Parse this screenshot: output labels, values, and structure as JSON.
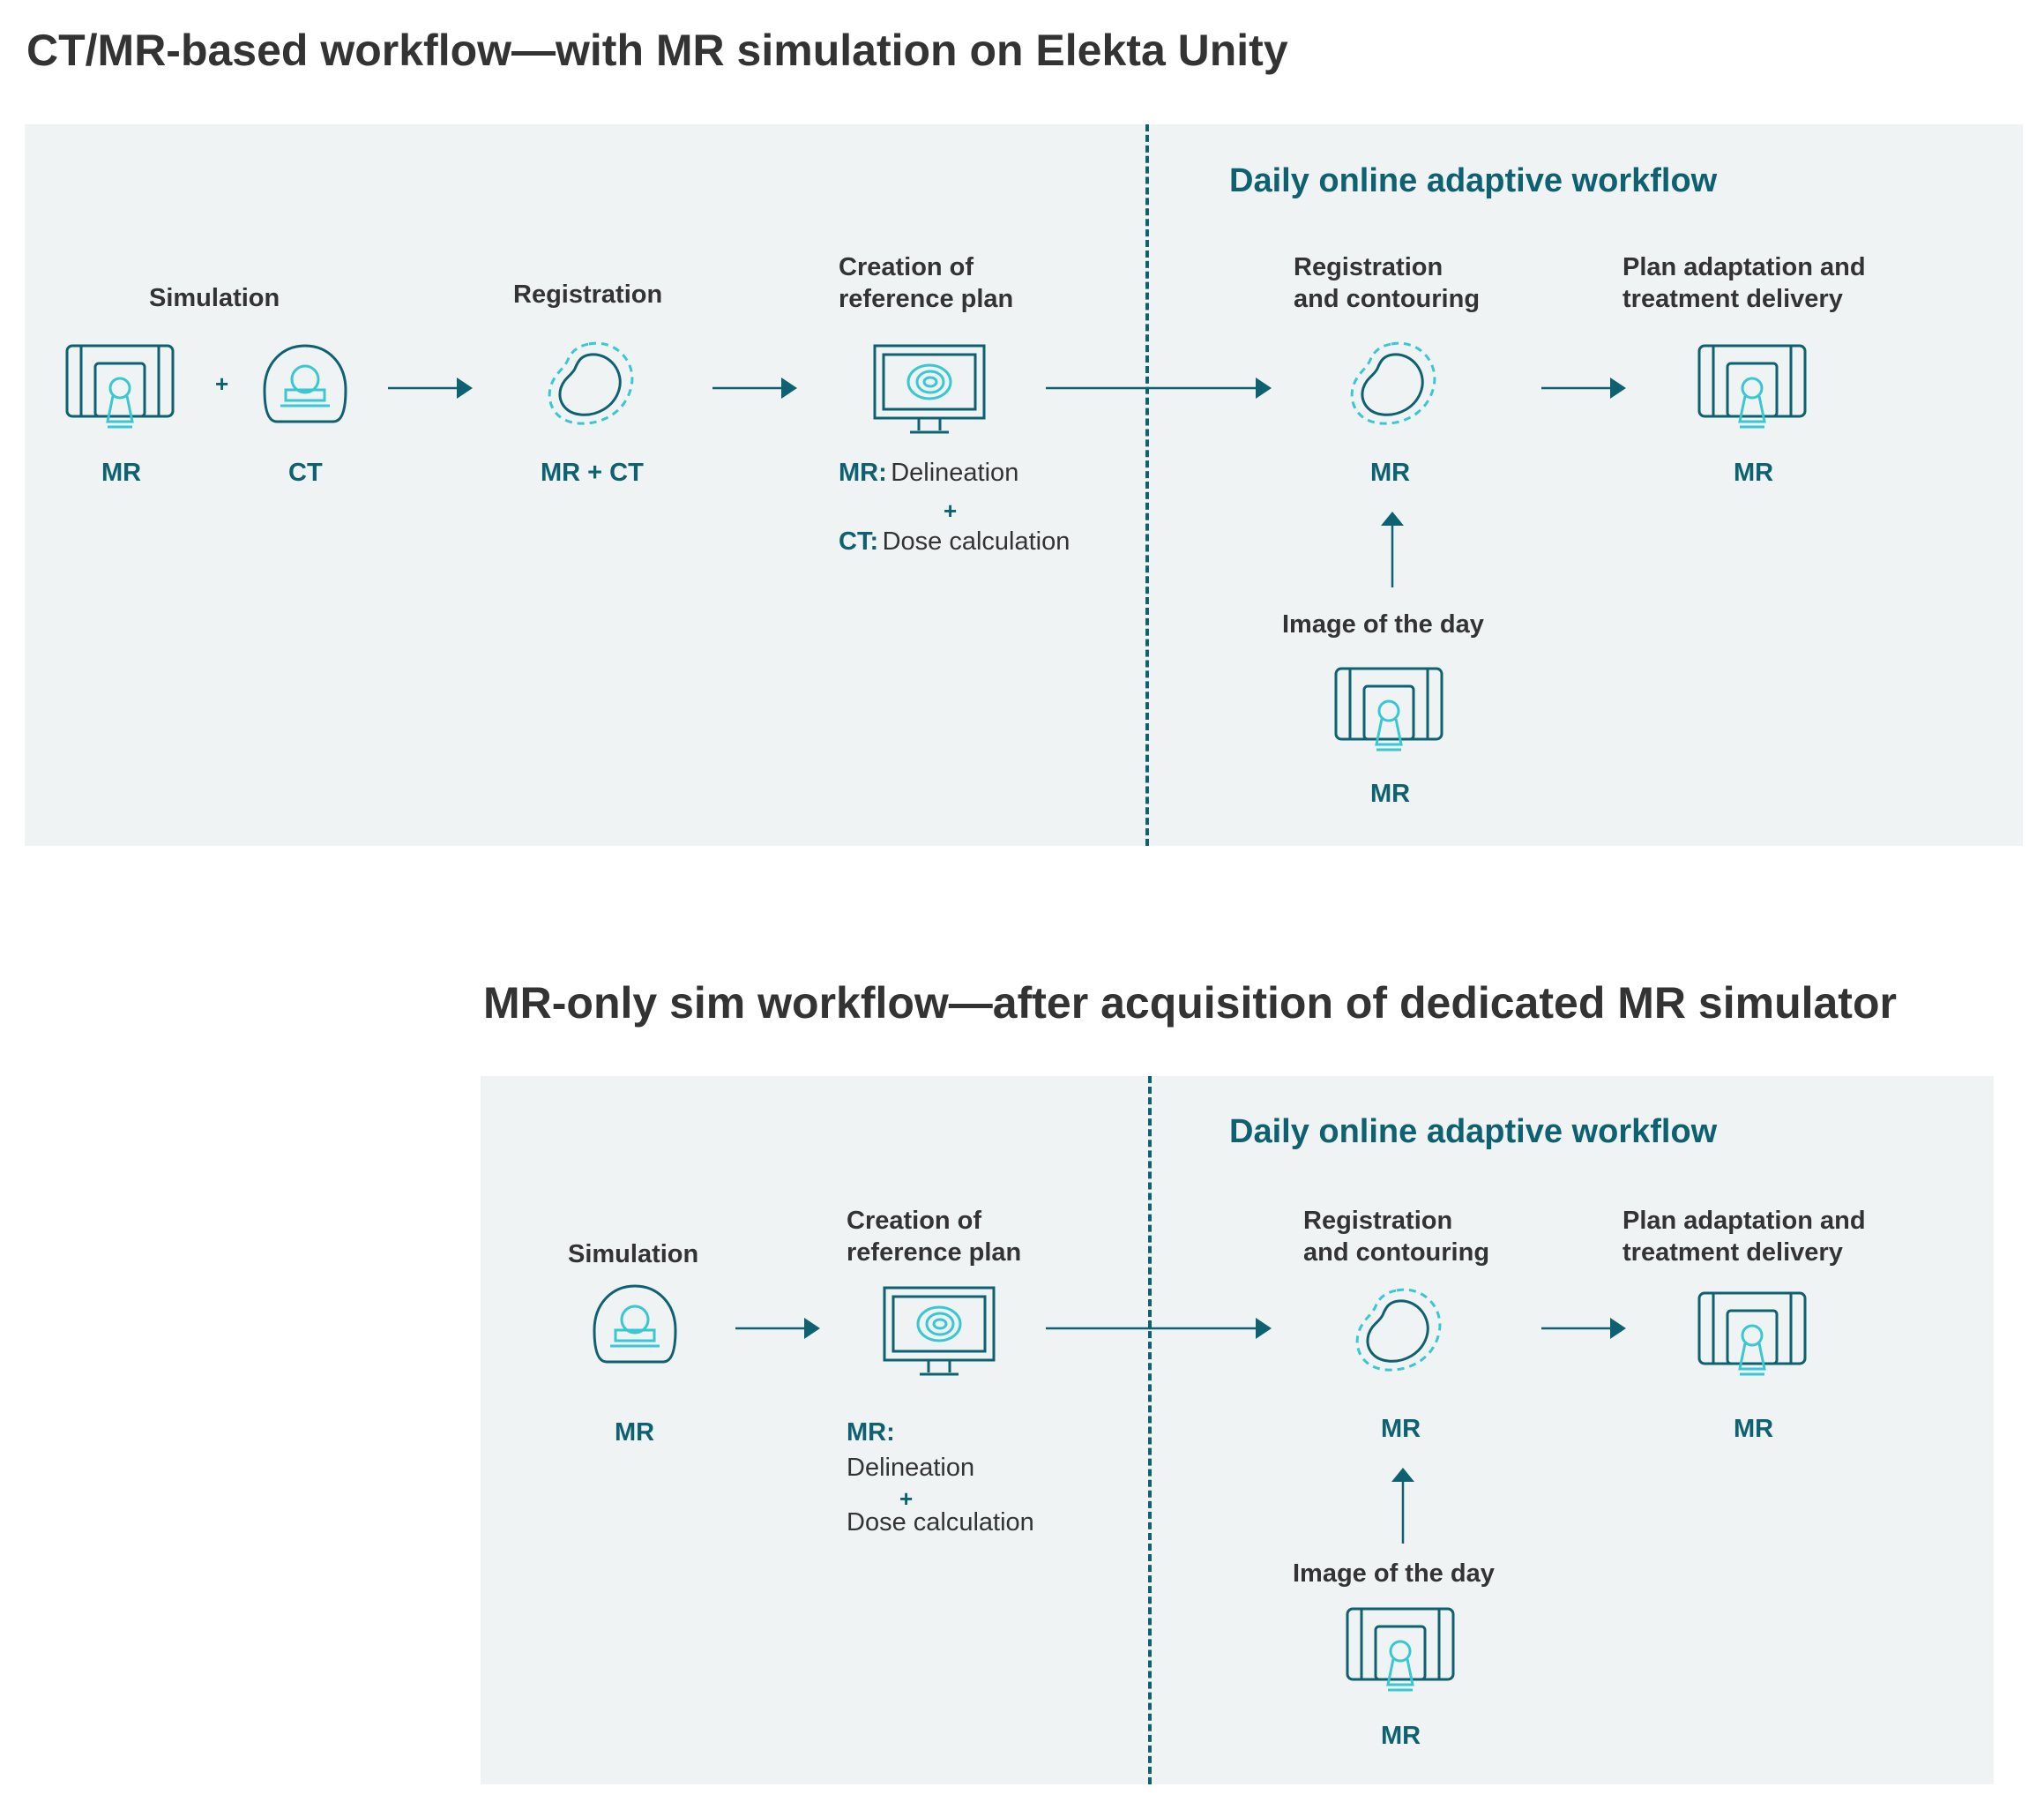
{
  "colors": {
    "teal": "#0e6170",
    "light_teal": "#39c7d2",
    "panel_bg": "#eff3f4",
    "text": "#333333"
  },
  "top": {
    "title": "CT/MR-based workflow—with MR simulation on Elekta Unity",
    "daily_heading": "Daily online adaptive workflow",
    "simulation": {
      "label": "Simulation",
      "mr": "MR",
      "plus": "+",
      "ct": "CT",
      "icons": [
        "mr-linac-icon",
        "ct-scanner-icon"
      ]
    },
    "registration": {
      "label": "Registration",
      "modality": "MR + CT",
      "icon": "contour-outline-icon"
    },
    "reference_plan": {
      "label": "Creation of\nreference plan",
      "icon": "monitor-icon",
      "mr_prefix": "MR:",
      "mr_text": "Delineation",
      "plus": "+",
      "ct_prefix": "CT:",
      "ct_text": "Dose calculation"
    },
    "reg_contour": {
      "label": "Registration\nand contouring",
      "modality": "MR",
      "icon": "contour-outline-icon"
    },
    "plan_adapt": {
      "label": "Plan adaptation and\ntreatment delivery",
      "modality": "MR",
      "icon": "mr-linac-icon"
    },
    "image_of_day": {
      "label": "Image of the day",
      "modality": "MR",
      "icon": "mr-linac-icon"
    }
  },
  "bottom": {
    "title": "MR-only sim workflow—after acquisition of dedicated MR simulator",
    "daily_heading": "Daily online adaptive workflow",
    "simulation": {
      "label": "Simulation",
      "modality": "MR",
      "icon": "mr-scanner-icon"
    },
    "reference_plan": {
      "label": "Creation of\nreference plan",
      "icon": "monitor-icon",
      "mr_prefix": "MR:",
      "line1": "Delineation",
      "plus": "+",
      "line2": "Dose calculation"
    },
    "reg_contour": {
      "label": "Registration\nand contouring",
      "modality": "MR",
      "icon": "contour-outline-icon"
    },
    "plan_adapt": {
      "label": "Plan adaptation and\ntreatment delivery",
      "modality": "MR",
      "icon": "mr-linac-icon"
    },
    "image_of_day": {
      "label": "Image of the day",
      "modality": "MR",
      "icon": "mr-linac-icon"
    }
  }
}
